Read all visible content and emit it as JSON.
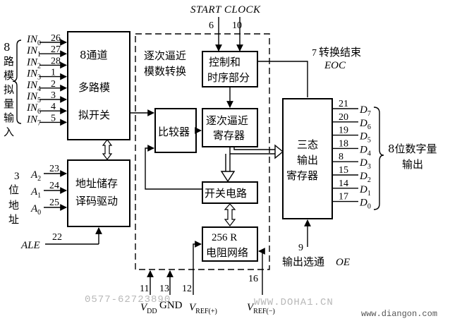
{
  "external": {
    "start_clock": "START  CLOCK",
    "start_pin": "6",
    "clock_pin": "10",
    "inputs_label": "8路模拟量输入",
    "address_label": "3位地址",
    "output_label": "8位数字量输出",
    "eoc_cn": "转换结束",
    "eoc": "EOC",
    "eoc_pin": "7",
    "oe_cn": "输出选通",
    "oe": "OE",
    "oe_pin": "9",
    "ale": "ALE",
    "ale_pin": "22",
    "vdd": "V",
    "vdd_sub": "DD",
    "vdd_pin": "11",
    "gnd": "GND",
    "gnd_pin": "13",
    "vref_pos": "V",
    "vref_pos_sub": "REF(+)",
    "vref_pos_pin": "12",
    "vref_neg": "V",
    "vref_neg_sub": "REF(−)",
    "vref_neg_pin": "16"
  },
  "analog_inputs": [
    {
      "name": "IN",
      "sub": "0",
      "pin": "26"
    },
    {
      "name": "IN",
      "sub": "1",
      "pin": "27"
    },
    {
      "name": "IN",
      "sub": "2",
      "pin": "28"
    },
    {
      "name": "IN",
      "sub": "3",
      "pin": "1"
    },
    {
      "name": "IN",
      "sub": "4",
      "pin": "2"
    },
    {
      "name": "IN",
      "sub": "5",
      "pin": "3"
    },
    {
      "name": "IN",
      "sub": "6",
      "pin": "4"
    },
    {
      "name": "IN",
      "sub": "7",
      "pin": "5"
    }
  ],
  "address_inputs": [
    {
      "name": "A",
      "sub": "2",
      "pin": "23"
    },
    {
      "name": "A",
      "sub": "1",
      "pin": "24"
    },
    {
      "name": "A",
      "sub": "0",
      "pin": "25"
    }
  ],
  "data_outputs": [
    {
      "name": "D",
      "sub": "7",
      "pin": "21"
    },
    {
      "name": "D",
      "sub": "6",
      "pin": "20"
    },
    {
      "name": "D",
      "sub": "5",
      "pin": "19"
    },
    {
      "name": "D",
      "sub": "4",
      "pin": "18"
    },
    {
      "name": "D",
      "sub": "3",
      "pin": "8"
    },
    {
      "name": "D",
      "sub": "2",
      "pin": "15"
    },
    {
      "name": "D",
      "sub": "1",
      "pin": "14"
    },
    {
      "name": "D",
      "sub": "0",
      "pin": "17"
    }
  ],
  "blocks": {
    "mux": [
      "8通道",
      "多路模",
      "拟开关"
    ],
    "addr": [
      "地址储存",
      "译码驱动"
    ],
    "sar_title": [
      "逐次逼近",
      "模数转换"
    ],
    "ctrl": [
      "控制和",
      "时序部分"
    ],
    "comparator": "比较器",
    "sar_reg": [
      "逐次逼近",
      "寄存器"
    ],
    "switch": "开关电路",
    "resistor": [
      "256 R",
      "电阻网络"
    ],
    "out_reg": [
      "三态",
      "输出",
      "寄存器"
    ]
  },
  "watermarks": {
    "phone": "0577-62723890",
    "site1": "WWW.DOHA1.CN",
    "site2": "www.diangon.com"
  }
}
